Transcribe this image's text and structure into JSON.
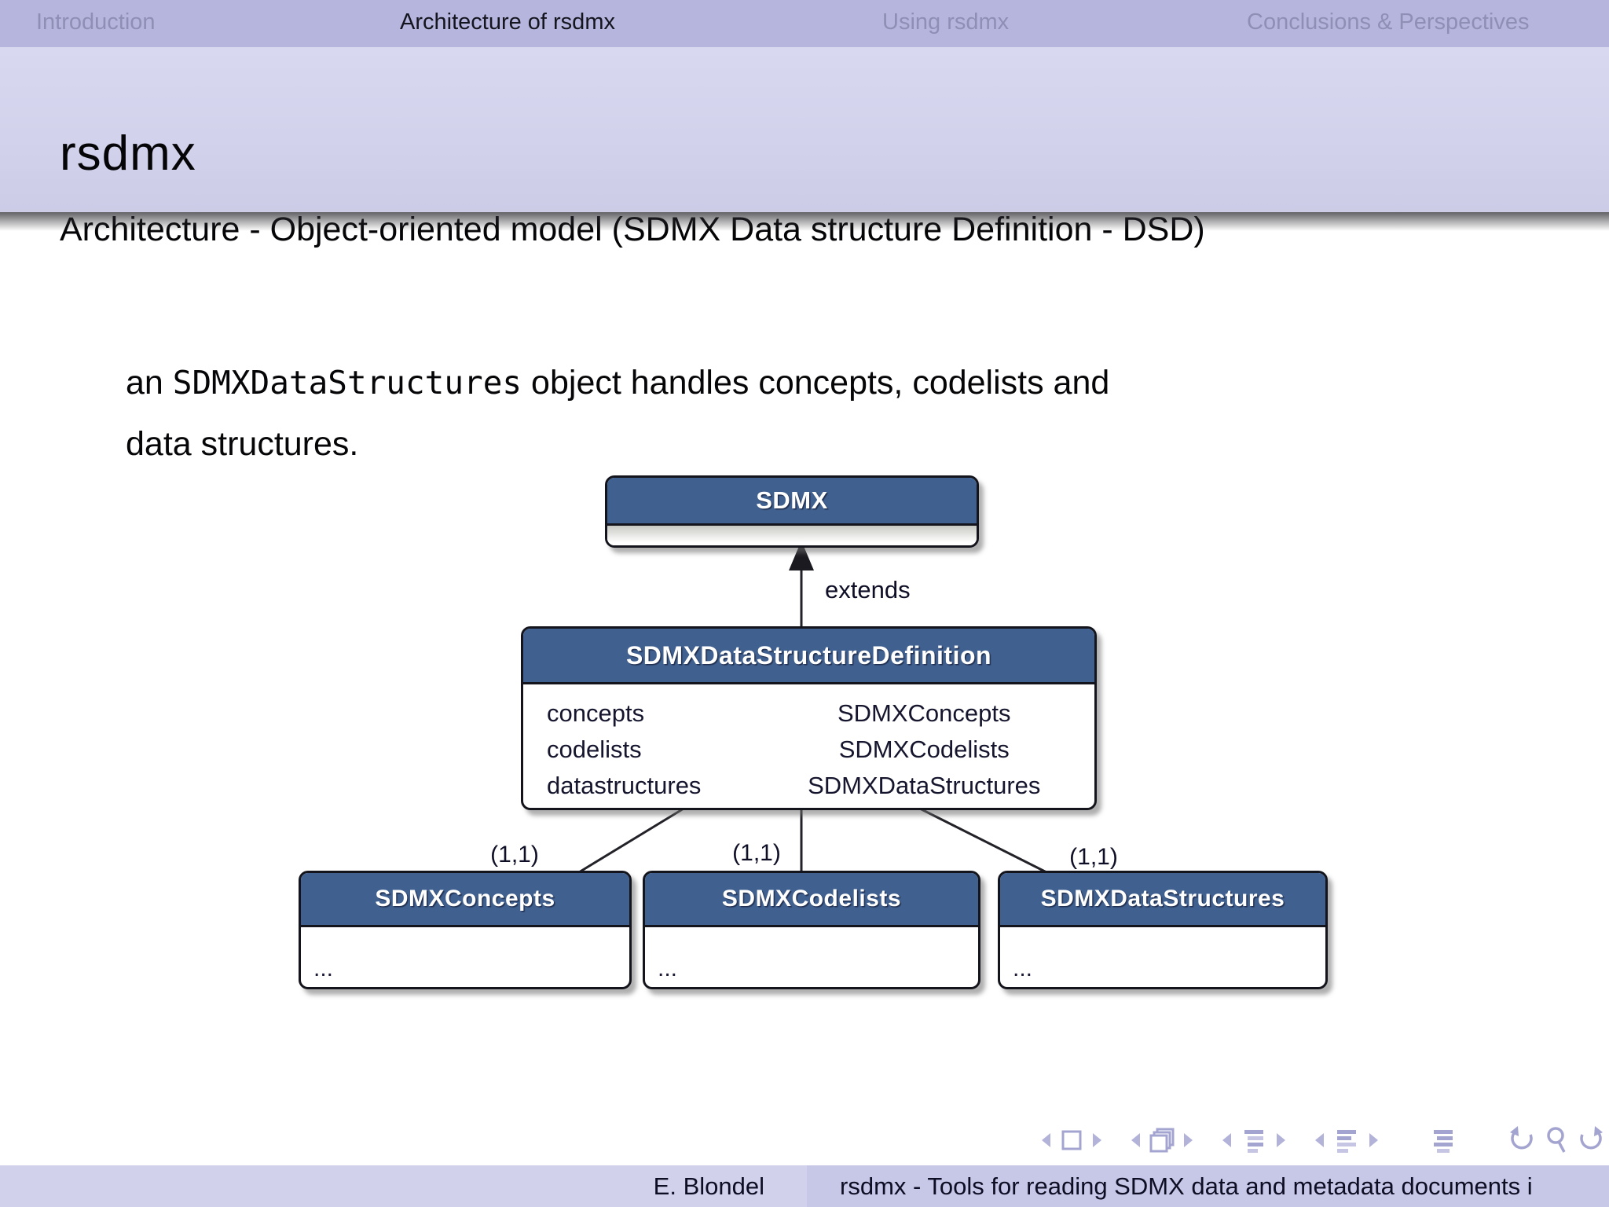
{
  "nav": {
    "sections": [
      {
        "label": "Introduction",
        "active": false
      },
      {
        "label": "Architecture of rsdmx",
        "active": true
      },
      {
        "label": "Using rsdmx",
        "active": false
      },
      {
        "label": "Conclusions & Perspectives",
        "active": false
      }
    ]
  },
  "header": {
    "title": "rsdmx",
    "subtitle": "Architecture - Object-oriented model (SDMX Data structure Definition - DSD)"
  },
  "body": {
    "line1_prefix": "an ",
    "line1_code": "SDMXDataStructures",
    "line1_suffix": " object handles concepts, codelists and",
    "line2": "data structures."
  },
  "diagram": {
    "parent_class": {
      "name": "SDMX"
    },
    "relation_label": "extends",
    "main_class": {
      "name": "SDMXDataStructureDefinition",
      "attributes": [
        {
          "name": "concepts",
          "type": "SDMXConcepts"
        },
        {
          "name": "codelists",
          "type": "SDMXCodelists"
        },
        {
          "name": "datastructures",
          "type": "SDMXDataStructures"
        }
      ]
    },
    "children": [
      {
        "name": "SDMXConcepts",
        "body": "...",
        "multiplicity": "(1,1)"
      },
      {
        "name": "SDMXCodelists",
        "body": "...",
        "multiplicity": "(1,1)"
      },
      {
        "name": "SDMXDataStructures",
        "body": "...",
        "multiplicity": "(1,1)"
      }
    ]
  },
  "nav_symbols": [
    "prev-slide",
    "slide",
    "next-slide",
    "prev-frame",
    "frames",
    "next-frame",
    "prev-subsection",
    "subsection",
    "next-subsection",
    "prev-section",
    "section",
    "next-section",
    "appendix",
    "back",
    "search",
    "forward"
  ],
  "footer": {
    "author": "E. Blondel",
    "title": "rsdmx - Tools for reading SDMX data and metadata documents i"
  },
  "colors": {
    "uml_header_blue": "#40608f",
    "topnav_bg": "#b5b5dd",
    "title_bg": "#d2d2ec",
    "footer_author_bg": "#d1d1ec",
    "footer_title_bg": "#c7c7e7",
    "nav_symbol": "#a4a4d0",
    "nav_dim_text": "#8f8fb6",
    "nav_active_text": "#15151f"
  }
}
